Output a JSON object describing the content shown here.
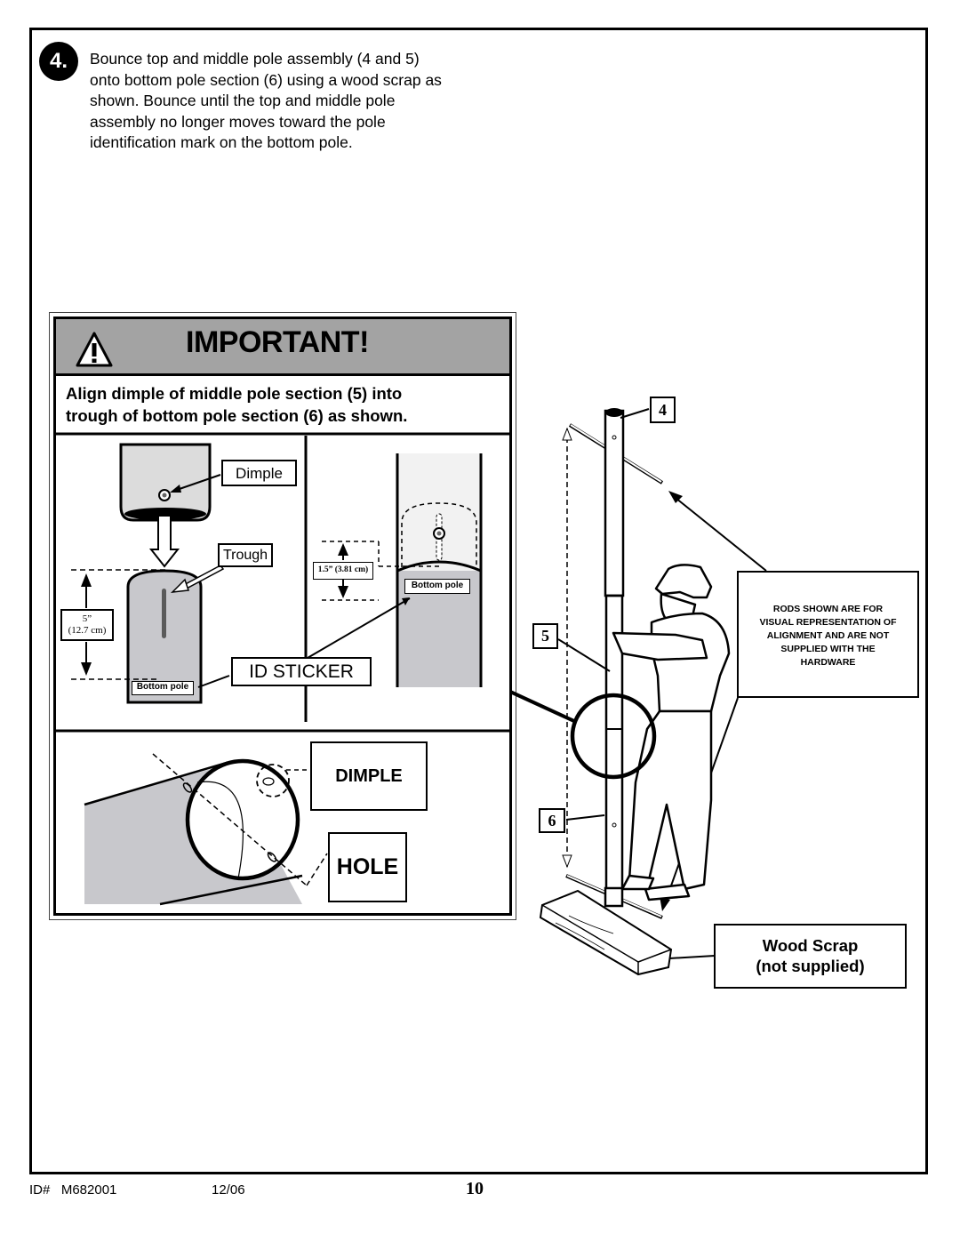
{
  "step": {
    "number": "4.",
    "lines": [
      "Bounce top and middle pole assembly (4 and 5)",
      "onto bottom pole section (6) using a wood scrap as",
      "shown. Bounce until the top and middle pole",
      "assembly no longer moves toward the pole",
      "identification mark on the bottom pole."
    ]
  },
  "important": {
    "title": "IMPORTANT!",
    "instruction_lines": [
      "Align dimple of middle pole section (5) into",
      "trough of bottom pole section (6) as shown."
    ],
    "left_panel": {
      "dimple_label": "Dimple",
      "trough_label": "Trough",
      "measure_primary": "5”",
      "measure_secondary": "(12.7 cm)",
      "bottom_pole_label": "Bottom pole"
    },
    "right_panel": {
      "measure": "1.5” (3.81 cm)",
      "bottom_pole_label": "Bottom pole"
    },
    "id_sticker_label": "ID STICKER",
    "dimple_callout": "DIMPLE",
    "hole_callout": "HOLE"
  },
  "assembly": {
    "part_top": "4",
    "part_middle": "5",
    "part_bottom": "6",
    "rods_note_lines": [
      "RODS SHOWN ARE FOR",
      "VISUAL REPRESENTATION OF",
      "ALIGNMENT AND ARE NOT",
      "SUPPLIED WITH THE",
      "HARDWARE"
    ],
    "wood_scrap_lines": [
      "Wood Scrap",
      "(not supplied)"
    ]
  },
  "footer": {
    "id": "ID#   M682001",
    "date": "12/06",
    "page_number": "10"
  },
  "colors": {
    "header_gray": "#a3a3a3",
    "pole_gray": "#c8c8cc",
    "black": "#000000"
  }
}
